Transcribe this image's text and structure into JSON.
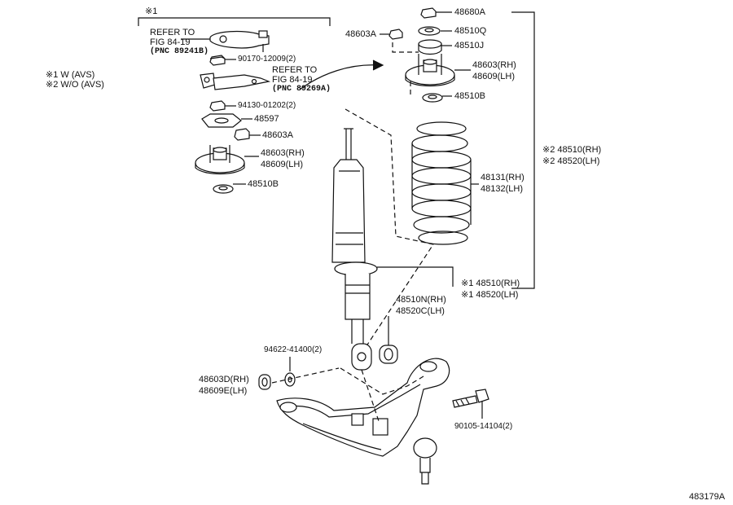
{
  "legend": {
    "mark": "※1",
    "avs_w": "※1  W (AVS)",
    "avs_wo": "※2  W/O (AVS)"
  },
  "refer_top": {
    "line1": "REFER TO",
    "line2": "FIG 84-19",
    "pnc": "(PNC 89241B)"
  },
  "refer_mid": {
    "line1": "REFER TO",
    "line2": "FIG 84-19",
    "pnc": "(PNC 89269A)"
  },
  "left_parts": {
    "p90170": "90170-12009(2)",
    "p94130": "94130-01202(2)",
    "p48597": "48597",
    "p48603a": "48603A",
    "p48603rh": "48603(RH)",
    "p48609lh": "48609(LH)",
    "p48510b": "48510B"
  },
  "right_parts": {
    "p48680a": "48680A",
    "p48603a": "48603A",
    "p48510q": "48510Q",
    "p48510j": "48510J",
    "p48603rh": "48603(RH)",
    "p48609lh": "48609(LH)",
    "p48510b": "48510B"
  },
  "spring": {
    "rh": "48131(RH)",
    "lh": "48132(LH)"
  },
  "assy_avs_wo": {
    "rh": "※2  48510(RH)",
    "lh": "※2  48520(LH)"
  },
  "assy_avs_w": {
    "rh": "※1  48510(RH)",
    "lh": "※1  48520(LH)"
  },
  "bushing_shock": {
    "rh": "48510N(RH)",
    "lh": "48520C(LH)"
  },
  "washer": {
    "part": "94622-41400(2)"
  },
  "arm_bushing": {
    "rh": "48603D(RH)",
    "lh": "48609E(LH)"
  },
  "bolt": {
    "part": "90105-14104(2)"
  },
  "illustration_id": "483179A"
}
